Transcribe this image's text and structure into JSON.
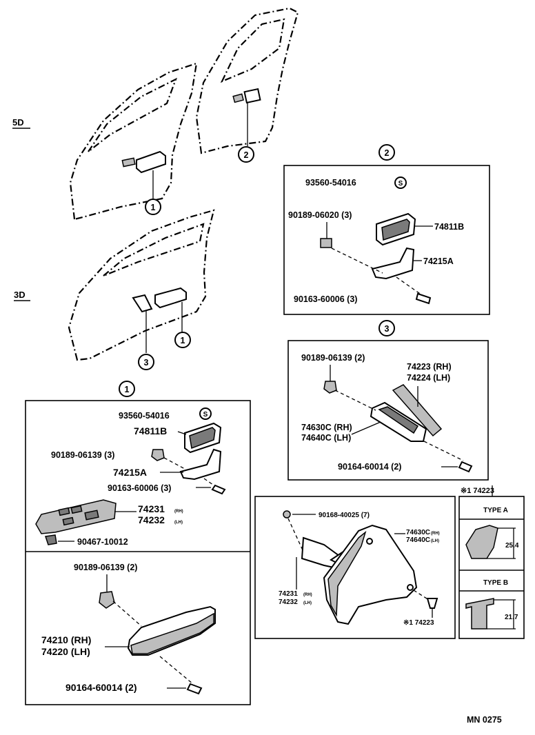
{
  "sections": {
    "five_door": "5D",
    "three_door": "3D"
  },
  "callouts": {
    "c1": "1",
    "c2": "2",
    "c3": "3",
    "s": "S"
  },
  "box2": {
    "p1": "93560-54016",
    "p2": "90189-06020 (3)",
    "p3": "74811B",
    "p4": "74215A",
    "p5": "90163-60006 (3)"
  },
  "box3": {
    "p1": "90189-06139 (2)",
    "p2a": "74223 (RH)",
    "p2b": "74224 (LH)",
    "p3a": "74630C (RH)",
    "p3b": "74640C (LH)",
    "p4": "90164-60014 (2)"
  },
  "box1": {
    "p1": "93560-54016",
    "p2": "74811B",
    "p3": "90189-06139 (3)",
    "p4": "74215A",
    "p5": "90163-60006 (3)",
    "p6": "74231",
    "p6s": "(RH)",
    "p7": "74232",
    "p7s": "(LH)",
    "p8": "90467-10012",
    "p9": "90189-06139 (2)",
    "p10a": "74210 (RH)",
    "p10b": "74220 (LH)",
    "p11": "90164-60014 (2)"
  },
  "box4": {
    "header_note": "※1 74223",
    "p1": "90168-40025 (7)",
    "p2a": "74630C",
    "p2as": "(RH)",
    "p2b": "74640C",
    "p2bs": "(LH)",
    "p3a": "74231",
    "p3as": "(RH)",
    "p3b": "74232",
    "p3bs": "(LH)",
    "p4": "※1 74223"
  },
  "types": {
    "type_a": "TYPE A",
    "dim_a": "25.4",
    "type_b": "TYPE B",
    "dim_b": "21.7"
  },
  "footer": {
    "code": "MN 0275"
  }
}
